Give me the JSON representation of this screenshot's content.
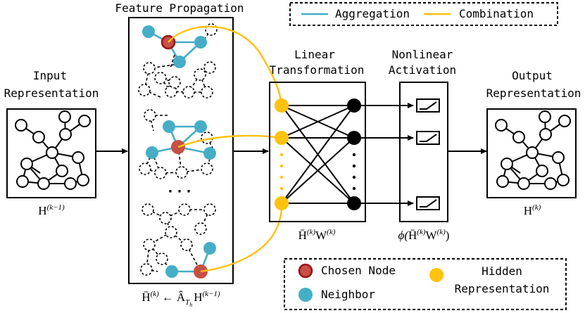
{
  "titles": {
    "feature_propagation": "Feature Propagation",
    "linear_transformation_1": "Linear",
    "linear_transformation_2": "Transformation",
    "nonlinear_activation_1": "Nonlinear",
    "nonlinear_activation_2": "Activation",
    "input_1": "Input",
    "input_2": "Representation",
    "output_1": "Output",
    "output_2": "Representation"
  },
  "legend_top": {
    "aggregation": "Aggregation",
    "combination": "Combination"
  },
  "legend_bottom": {
    "chosen_node": "Chosen Node",
    "neighbor": "Neighbor",
    "hidden_1": "Hidden",
    "hidden_2": "Representation"
  },
  "ellipsis": "· · ·",
  "formulas": {
    "input_H": "H",
    "input_sup": "(k−1)",
    "output_H": "H",
    "output_sup": "(k)",
    "prop_lhs": "H̄",
    "prop_lhs_sup": "(k)",
    "prop_arrow": "←",
    "prop_A": "Â",
    "prop_A_sub": "T",
    "prop_A_subsub": "h",
    "prop_H": "H",
    "prop_H_sup": "(k−1)",
    "lin_H": "H̄",
    "lin_H_sup": "(k)",
    "lin_W": "W",
    "lin_W_sup": "(k)",
    "act_phi": "ϕ(",
    "act_H": "H̄",
    "act_H_sup": "(k)",
    "act_W": "W",
    "act_W_sup": "(k)",
    "act_close": ")"
  },
  "colors": {
    "aggregation": "#45aec6",
    "combination": "#ffc20e",
    "chosen_node": "#c65045",
    "neighbor": "#45aec6",
    "hidden": "#ffc20e"
  }
}
